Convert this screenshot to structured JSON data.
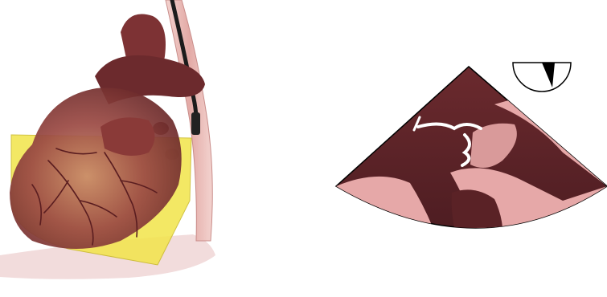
{
  "figure": {
    "panels": [
      "heart-with-probe",
      "echo-sector-view",
      "probe-angle-indicator"
    ]
  },
  "colors": {
    "background": "#ffffff",
    "imaging_plane": "#f2e54a",
    "heart_muscle": "#8e3f3c",
    "heart_highlight": "#c98a6a",
    "vessel": "#7a2f31",
    "esophagus": "#e8b9b6",
    "probe_cable": "#1c1c1c",
    "echo_chamber": "#5a2226",
    "echo_tissue": "#e6a8a8",
    "echo_valve": "#ffffff",
    "indicator_needle": "#000000"
  },
  "indicator": {
    "angle_deg": 15
  }
}
